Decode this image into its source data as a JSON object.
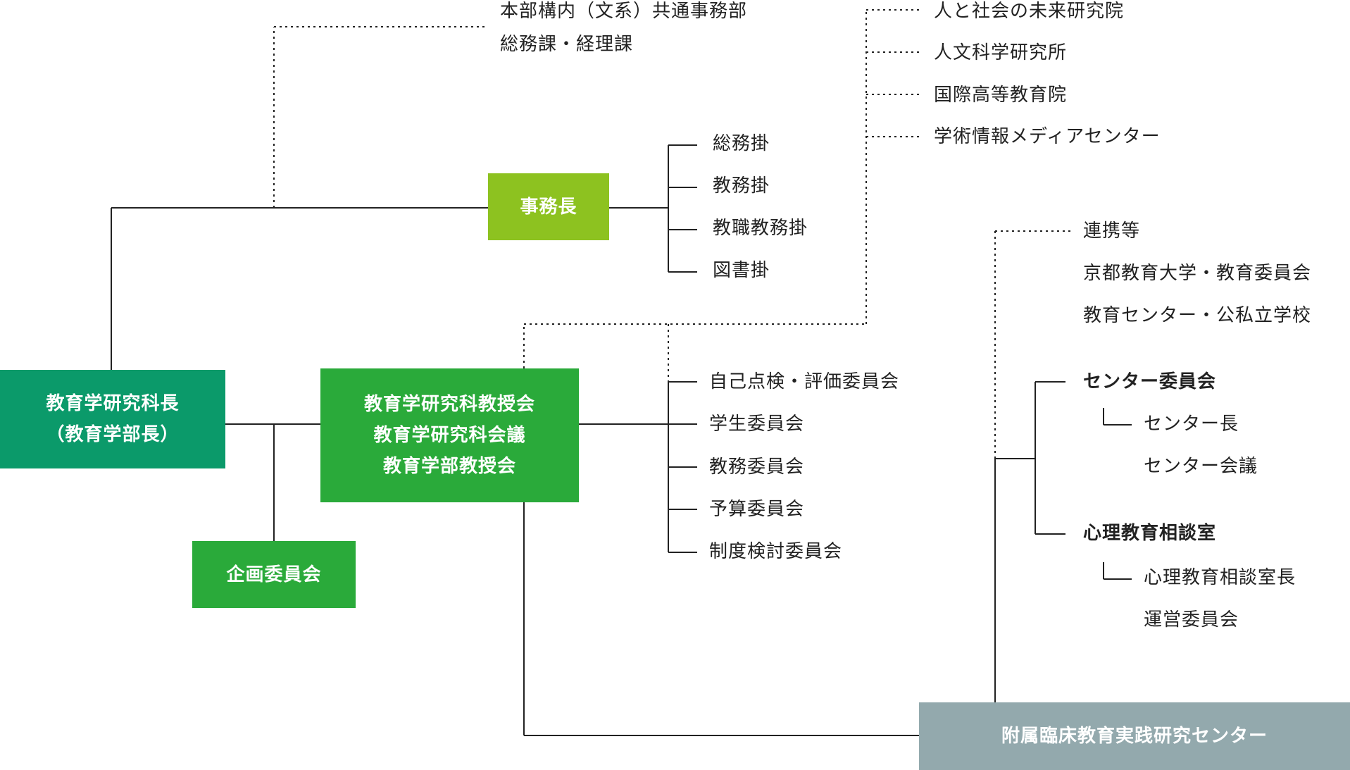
{
  "colors": {
    "dark_green": "#0b9a6a",
    "green": "#2aaa3a",
    "lime": "#8dc220",
    "gray": "#93a9ad",
    "line": "#222222"
  },
  "boxes": {
    "dean": [
      "教育学研究科長",
      "（教育学部長）"
    ],
    "faculty_council": [
      "教育学研究科教授会",
      "教育学研究科会議",
      "教育学部教授会"
    ],
    "planning_committee": "企画委員会",
    "admin_chief": "事務長",
    "center": "附属臨床教育実践研究センター"
  },
  "admin_office": [
    "本部構内（文系）共通事務部",
    "総務課・経理課"
  ],
  "admin_sections": [
    "総務掛",
    "教務掛",
    "教職教務掛",
    "図書掛"
  ],
  "institutes": [
    "人と社会の未来研究院",
    "人文科学研究所",
    "国際高等教育院",
    "学術情報メディアセンター"
  ],
  "committees": [
    "自己点検・評価委員会",
    "学生委員会",
    "教務委員会",
    "予算委員会",
    "制度検討委員会"
  ],
  "partners": [
    "連携等",
    "京都教育大学・教育委員会",
    "教育センター・公私立学校"
  ],
  "center_committee": {
    "title": "センター委員会",
    "items": [
      "センター長",
      "センター会議"
    ]
  },
  "counseling_room": {
    "title": "心理教育相談室",
    "items": [
      "心理教育相談室長",
      "運営委員会"
    ]
  }
}
